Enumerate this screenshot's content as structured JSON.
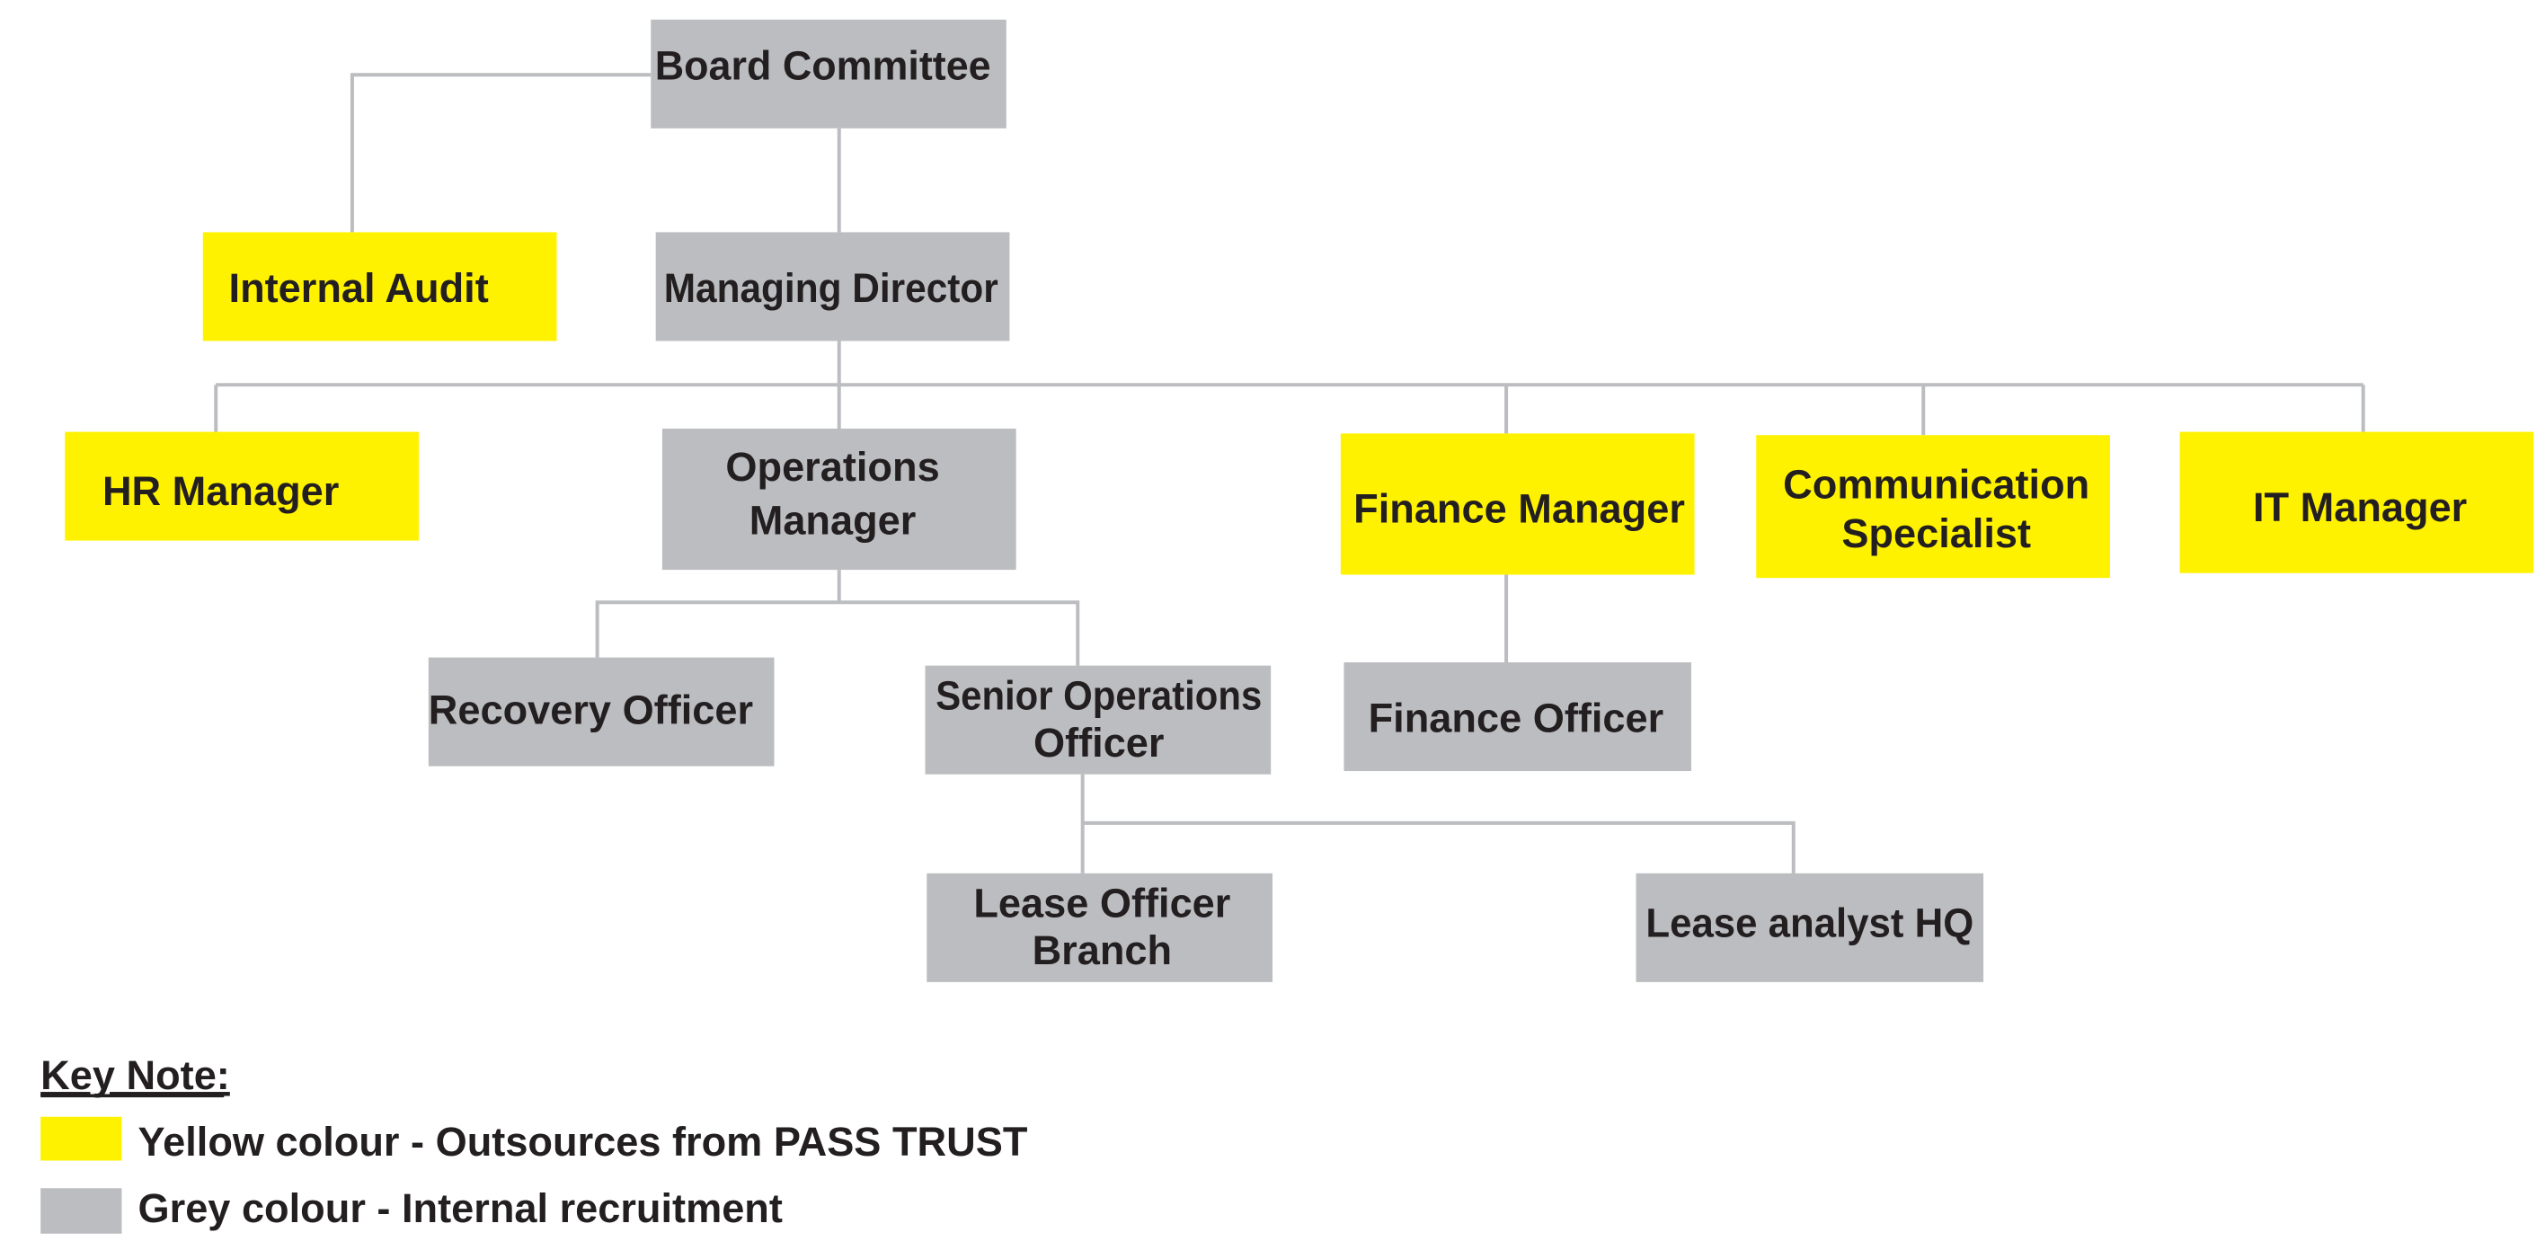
{
  "colors": {
    "outsourced": "#fff200",
    "internal": "#bcbdc0",
    "text": "#231f20",
    "connector": "#bcbdc0"
  },
  "nodes": {
    "board": {
      "lines": [
        "Board Committee"
      ],
      "type": "internal"
    },
    "audit": {
      "lines": [
        "Internal Audit"
      ],
      "type": "outsourced"
    },
    "md": {
      "lines": [
        "Managing Director"
      ],
      "type": "internal"
    },
    "hr": {
      "lines": [
        "HR Manager"
      ],
      "type": "outsourced"
    },
    "ops": {
      "lines": [
        "Operations",
        "Manager"
      ],
      "type": "internal"
    },
    "finance": {
      "lines": [
        "Finance Manager"
      ],
      "type": "outsourced"
    },
    "comm": {
      "lines": [
        "Communication",
        "Specialist"
      ],
      "type": "outsourced"
    },
    "it": {
      "lines": [
        "IT Manager"
      ],
      "type": "outsourced"
    },
    "recovery": {
      "lines": [
        "Recovery Officer"
      ],
      "type": "internal"
    },
    "senior_ops": {
      "lines": [
        "Senior Operations",
        "Officer"
      ],
      "type": "internal"
    },
    "finance_officer": {
      "lines": [
        "Finance Officer"
      ],
      "type": "internal"
    },
    "lease_branch": {
      "lines": [
        "Lease Officer",
        "Branch"
      ],
      "type": "internal"
    },
    "lease_hq": {
      "lines": [
        "Lease analyst HQ"
      ],
      "type": "internal"
    }
  },
  "legend": {
    "title": "Key Note:",
    "items": [
      {
        "label": "Yellow colour - Outsources from PASS TRUST",
        "type": "outsourced"
      },
      {
        "label": "Grey colour - Internal recruitment",
        "type": "internal"
      }
    ]
  }
}
